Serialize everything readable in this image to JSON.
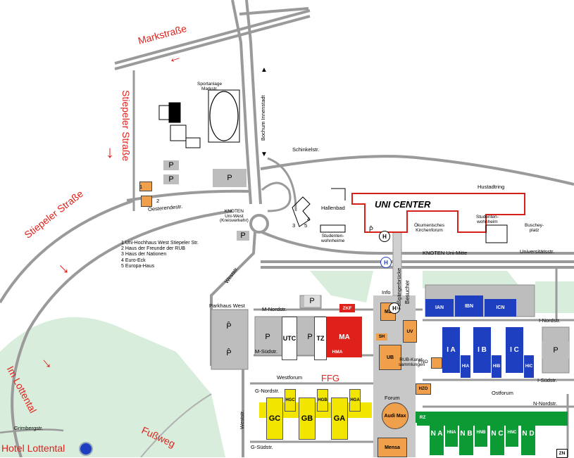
{
  "streets": {
    "markstrasse": "Markstraße",
    "stiepeler_strasse_top": "Stiepeler Straße",
    "stiepeler_strasse_left": "Stiepeler Straße",
    "im_lottental": "Im Lottental",
    "fussweg": "Fußweg",
    "oesterendestr": "Oesterendestr.",
    "weststr": "Weststr.",
    "weststr_lower": "Weststr.",
    "grimbergstr": "Grimbergstr.",
    "schinkelstr": "Schinkelstr.",
    "hustadtring": "Hustadtring",
    "universitaetsstr": "Universitätsstr.",
    "bochum_innenstadt": "Bochum Innenstadt",
    "fussgaengerbruecke": "Fußgängerbrücke",
    "besucher": "Besucher",
    "m_nordstr": "M-Nordstr.",
    "m_suedstr": "M-Südstr.",
    "g_nordstr": "G-Nordstr.",
    "g_suedstr": "G-Südstr.",
    "i_nordstr": "I-Nordstr.",
    "i_suedstr": "I-Südstr.",
    "n_nordstr": "N-Nordstr.",
    "westforum": "Westforum",
    "ostforum": "Ostforum",
    "forum": "Forum"
  },
  "places": {
    "sportanlage": "Sportanlage\nMarkstr.",
    "knoten_uni_west": "KNOTEN\nUni-West\n(Kreisverkehr)",
    "knoten_uni_mitte": "KNOTEN Uni-Mitte",
    "uni_center": "UNI CENTER",
    "hallenbad": "Hallenbad",
    "studentenwohnheime": "Studenten-\nwohnheime",
    "studentenwohnheim": "Studenten-\nwohnheim",
    "kirchenforum": "Ökumenisches\nKirchenforum",
    "buscheyplatz": "Buschey-\nplatz",
    "parkhaus_west": "Parkhaus West",
    "info": "Info",
    "rub_kunstsammlungen": "RUB-Kunst-\nsammlungen",
    "ffg": "FFG",
    "hotel_lottental": "Hotel Lottental"
  },
  "legend": [
    "1 Uni-Hochhaus West Stiepeler Str.",
    "2 Haus der Freunde der RUB",
    "3 Haus der Nationen",
    "4 Euro-Eck",
    "5 Europa-Haus"
  ],
  "numbers": {
    "n1": "1",
    "n2": "2",
    "n3": "3",
    "n4": "4",
    "n5": "5"
  },
  "parking": {
    "p": "P",
    "p_bus": "P̂"
  },
  "buildings": {
    "ian": "IAN",
    "ibn": "IBN",
    "icn": "ICN",
    "ia": "I A",
    "ib": "I B",
    "ic": "I C",
    "hia": "HIA",
    "hib": "HIB",
    "hic": "HIC",
    "utc": "UTC",
    "tz": "TZ",
    "ma": "MA",
    "hma": "HMA",
    "zkf": "ZKF",
    "mz": "MZ",
    "uv": "UV",
    "sh": "SH",
    "ub": "UB",
    "fno": "FNO",
    "hzo": "HZO",
    "gc": "GC",
    "gb": "GB",
    "ga": "GA",
    "hgc": "HGC",
    "hgb": "HGB",
    "hga": "HGA",
    "audimax": "Audi Max",
    "mensa": "Mensa",
    "rz": "RZ",
    "na": "N A",
    "hna": "HNA",
    "nb": "N B",
    "hnb": "HNB",
    "nc": "N C",
    "hnc": "HNC",
    "nd": "N D",
    "zn": "ZN",
    "heli": "H"
  },
  "colors": {
    "road": "#9a9a9a",
    "green_area": "#d8eddc",
    "gray_building": "#bdbdbd",
    "orange": "#f0a04b",
    "red": "#e0211b",
    "blue": "#1e3fbf",
    "yellow": "#f2e600",
    "green": "#0c9a35",
    "uni_center_border": "#d6201a"
  }
}
